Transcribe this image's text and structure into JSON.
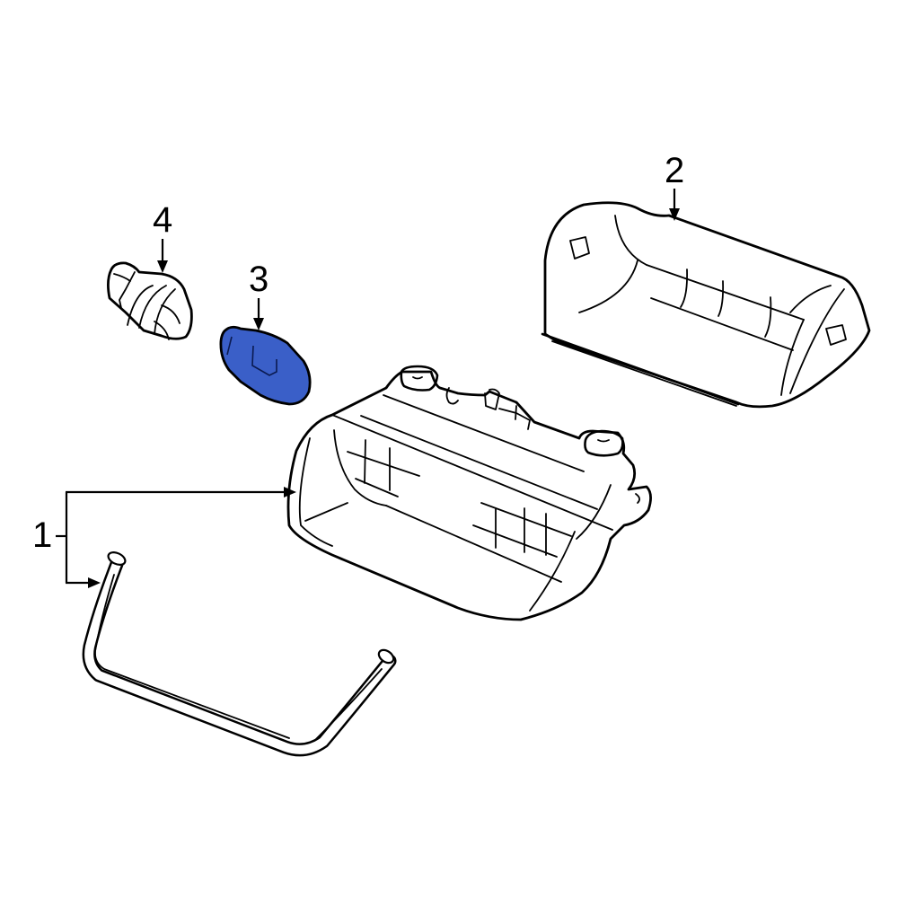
{
  "diagram": {
    "type": "exploded-parts-diagram",
    "highlight_color": "#3a5fc8",
    "line_color": "#000000",
    "background": "#ffffff",
    "parts": [
      {
        "id": "1",
        "label": "1",
        "description": "High-mount stop lamp housing and seal (two components share callout)",
        "highlighted": false
      },
      {
        "id": "2",
        "label": "2",
        "description": "Lamp cover / lens",
        "highlighted": false
      },
      {
        "id": "3",
        "label": "3",
        "description": "Bulb",
        "highlighted": true
      },
      {
        "id": "4",
        "label": "4",
        "description": "Bulb socket",
        "highlighted": false
      }
    ]
  }
}
